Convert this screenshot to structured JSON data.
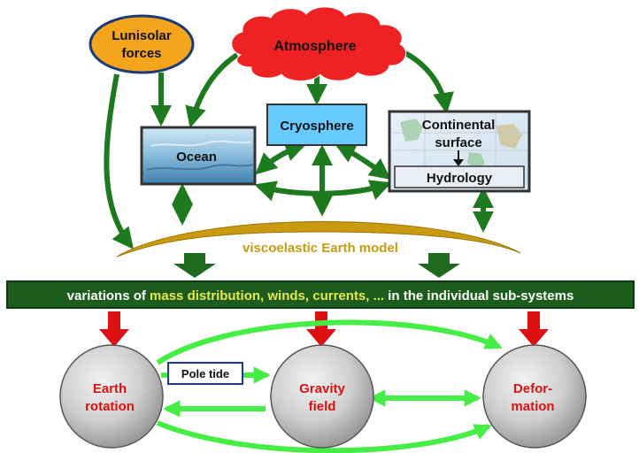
{
  "nodes": {
    "lunisolar": "Lunisolar forces",
    "atmosphere": "Atmosphere",
    "cryosphere": "Cryosphere",
    "ocean": "Ocean",
    "continental": "Continental surface",
    "hydrology": "Hydrology",
    "earth_model": "viscoelastic Earth model",
    "earth_rotation": "Earth rotation",
    "gravity_field": "Gravity field",
    "deformation": "Defor-mation",
    "pole_tide": "Pole tide"
  },
  "banner": {
    "prefix": "variations of ",
    "highlight": "mass distribution, winds, currents, ...",
    "suffix": " in the individual sub-systems"
  },
  "colors": {
    "dark_arrow": "#1e7a1e",
    "bright_arrow": "#44ee44",
    "red_arrow": "#dd1111",
    "lunisolar_fill": "#f4a51c",
    "atmosphere_fill": "#ee2222",
    "cryosphere_fill": "#66ccff",
    "banner_fill": "#1c5c1c",
    "banner_highlight": "#e8e84a",
    "earth_model_fill": "#c99a10",
    "earth_model_text": "#c99a10",
    "circle_text": "#dd1111"
  }
}
